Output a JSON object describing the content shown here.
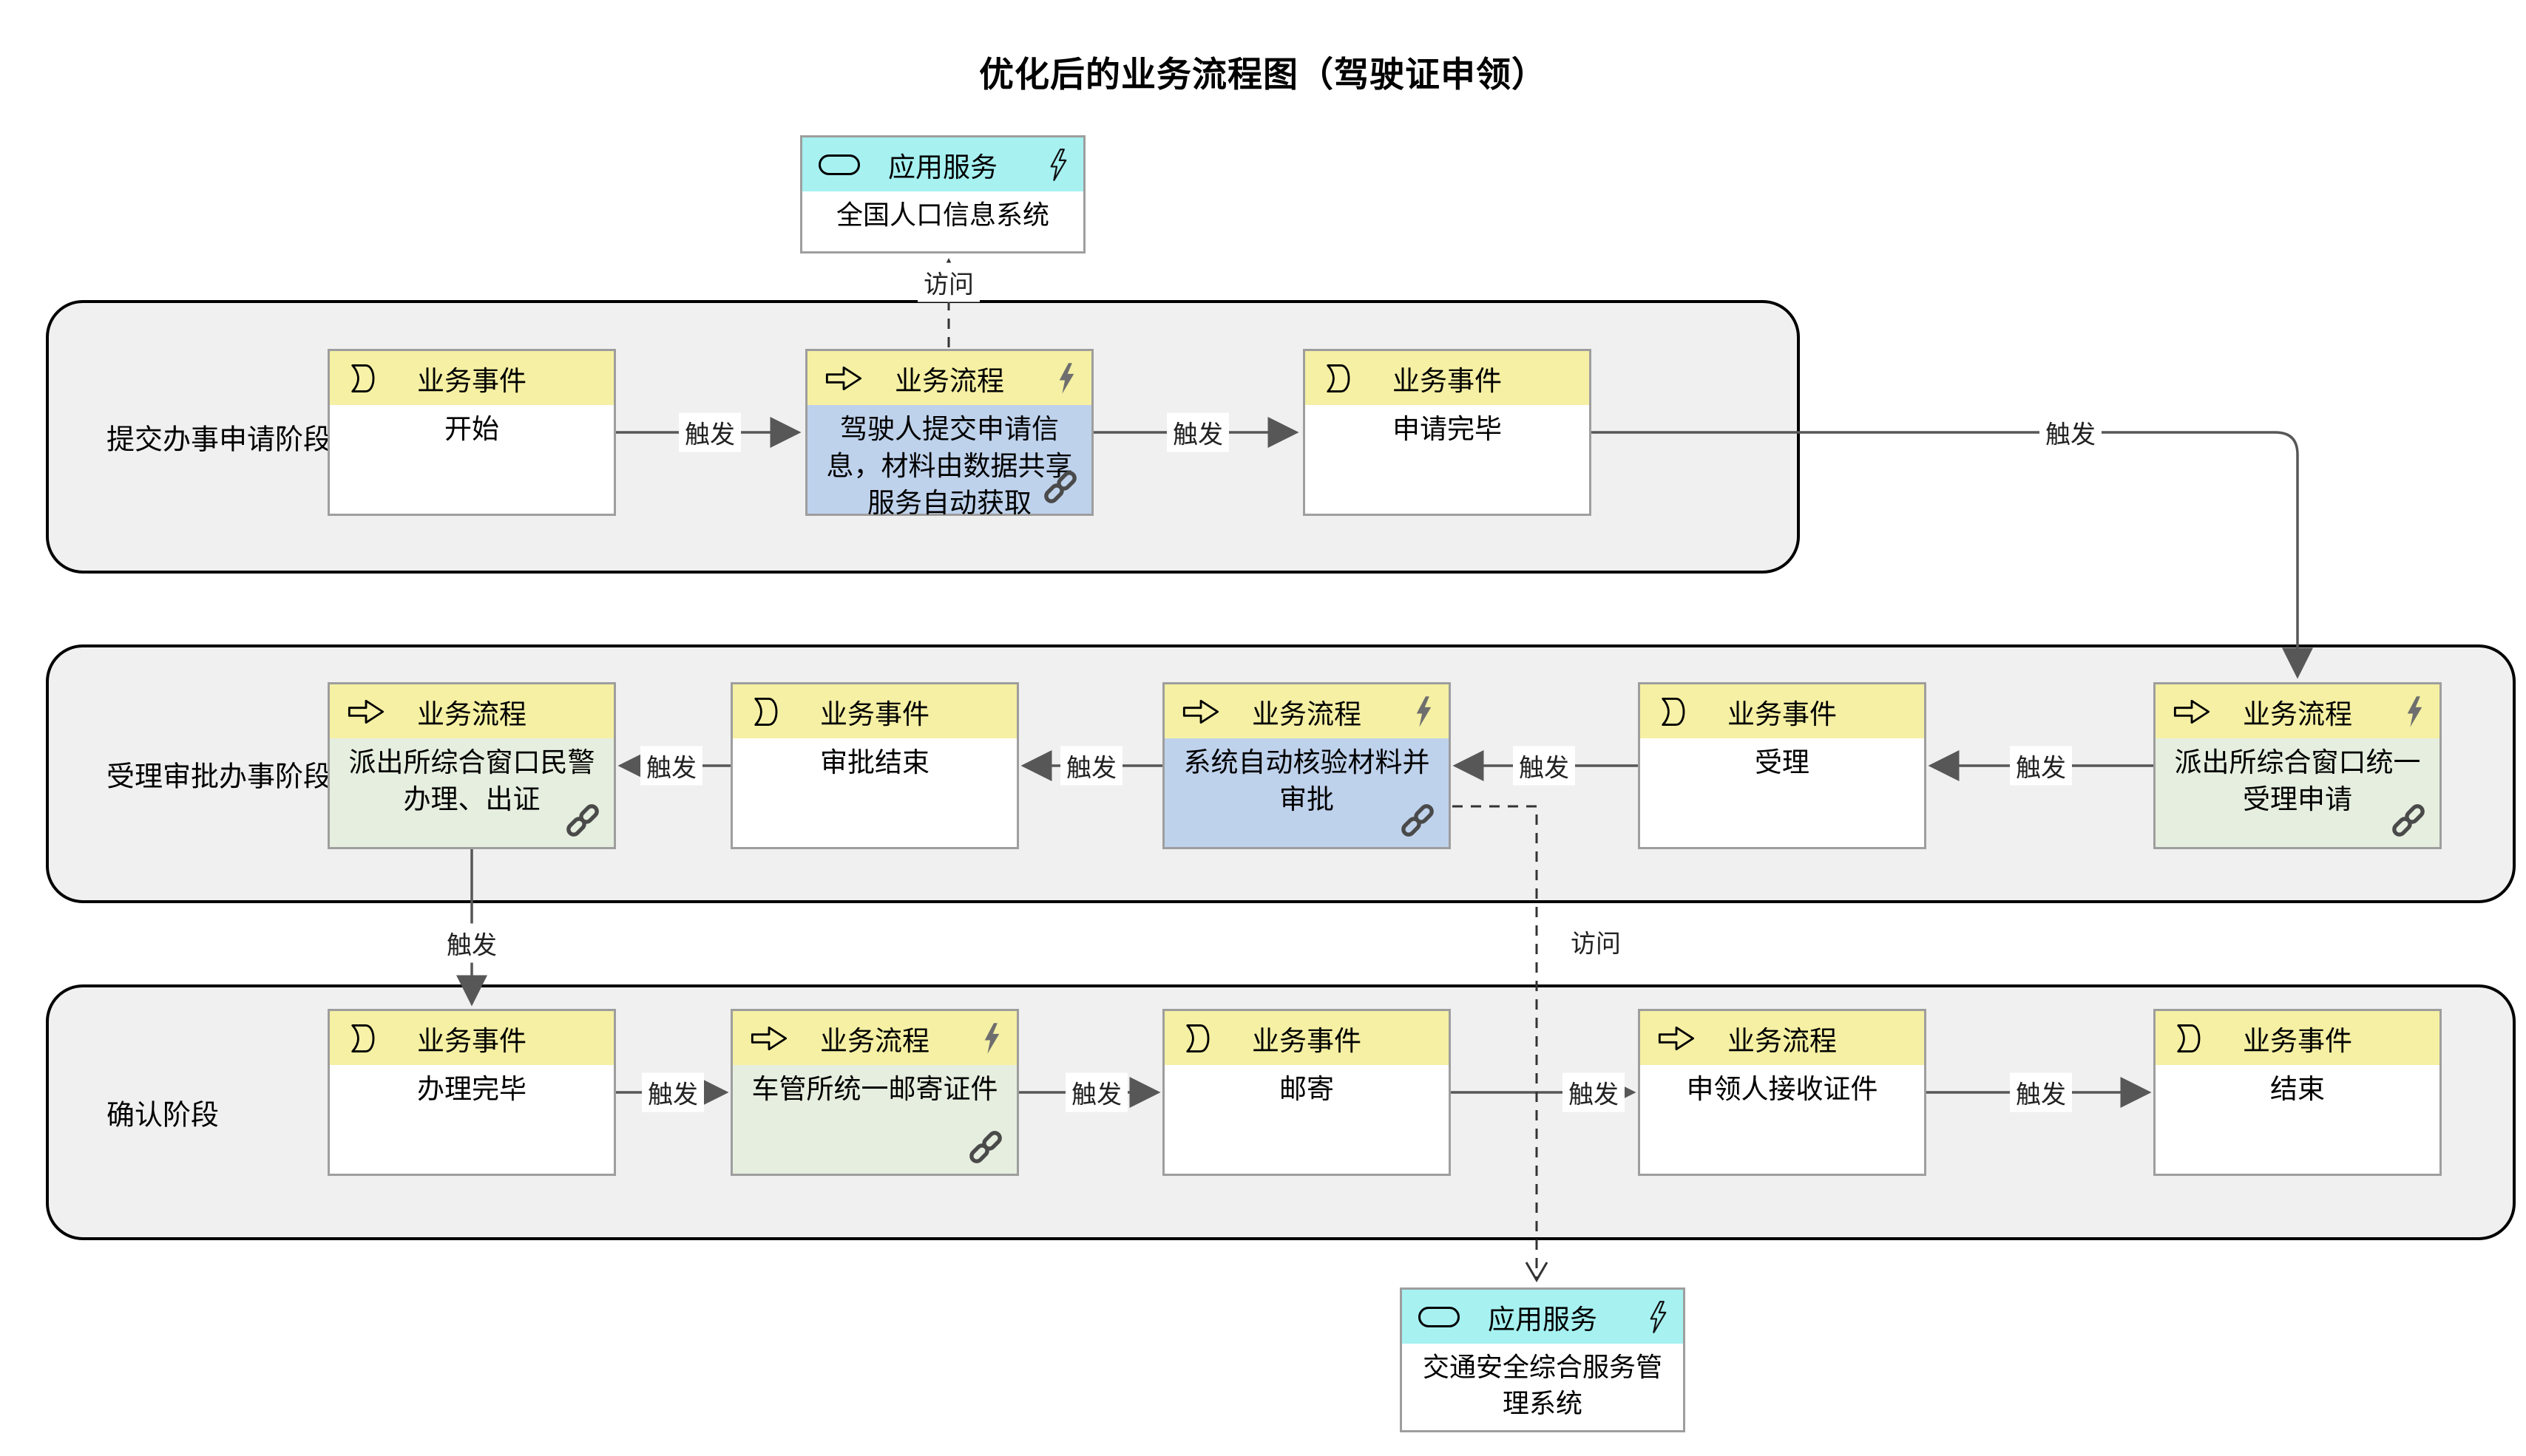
{
  "title": "优化后的业务流程图（驾驶证申领）",
  "labels": {
    "trigger": "触发",
    "access": "访问"
  },
  "icons": {
    "event": "business-event-icon",
    "process": "business-process-icon",
    "service": "application-service-icon",
    "bolt": "lightning-icon",
    "link": "chain-link-icon",
    "arrow": "trigger-arrowhead"
  },
  "colors": {
    "header_yellow": "#F5F0A3",
    "header_cyan": "#A7F1F1",
    "body_blue": "#BFD2EC",
    "body_green": "#E6EFDF",
    "lane_fill": "#F0F0F0",
    "line": "#575757"
  },
  "services": {
    "top": {
      "type": "应用服务",
      "name": "全国人口信息系统"
    },
    "bottom": {
      "type": "应用服务",
      "name": "交通安全综合服务管理系统"
    }
  },
  "lanes": [
    {
      "label": "提交办事申请阶段",
      "nodes": [
        {
          "type": "业务事件",
          "name": "开始"
        },
        {
          "type": "业务流程",
          "name": "驾驶人提交申请信息，材料由数据共享服务自动获取"
        },
        {
          "type": "业务事件",
          "name": "申请完毕"
        }
      ]
    },
    {
      "label": "受理审批办事阶段",
      "nodes": [
        {
          "type": "业务流程",
          "name": "派出所综合窗口民警办理、出证"
        },
        {
          "type": "业务事件",
          "name": "审批结束"
        },
        {
          "type": "业务流程",
          "name": "系统自动核验材料并审批"
        },
        {
          "type": "业务事件",
          "name": "受理"
        },
        {
          "type": "业务流程",
          "name": "派出所综合窗口统一受理申请"
        }
      ]
    },
    {
      "label": "确认阶段",
      "nodes": [
        {
          "type": "业务事件",
          "name": "办理完毕"
        },
        {
          "type": "业务流程",
          "name": "车管所统一邮寄证件"
        },
        {
          "type": "业务事件",
          "name": "邮寄"
        },
        {
          "type": "业务流程",
          "name": "申领人接收证件"
        },
        {
          "type": "业务事件",
          "name": "结束"
        }
      ]
    }
  ]
}
